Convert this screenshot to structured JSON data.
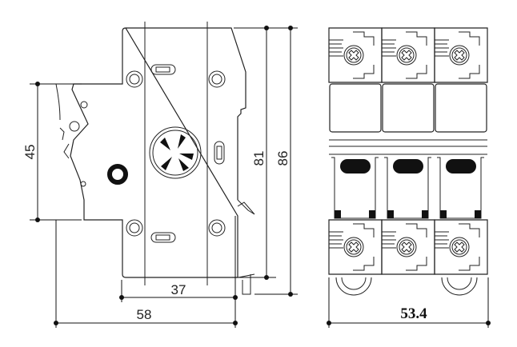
{
  "title": "3-pole miniature circuit breaker dimension drawing",
  "dimensions": {
    "height_front": "45",
    "height_body": "81",
    "height_total": "86",
    "depth_front": "37",
    "depth_total": "58",
    "width_3pole": "53.4"
  },
  "poles": 3,
  "colors": {
    "line": "#222222",
    "background": "#ffffff"
  }
}
